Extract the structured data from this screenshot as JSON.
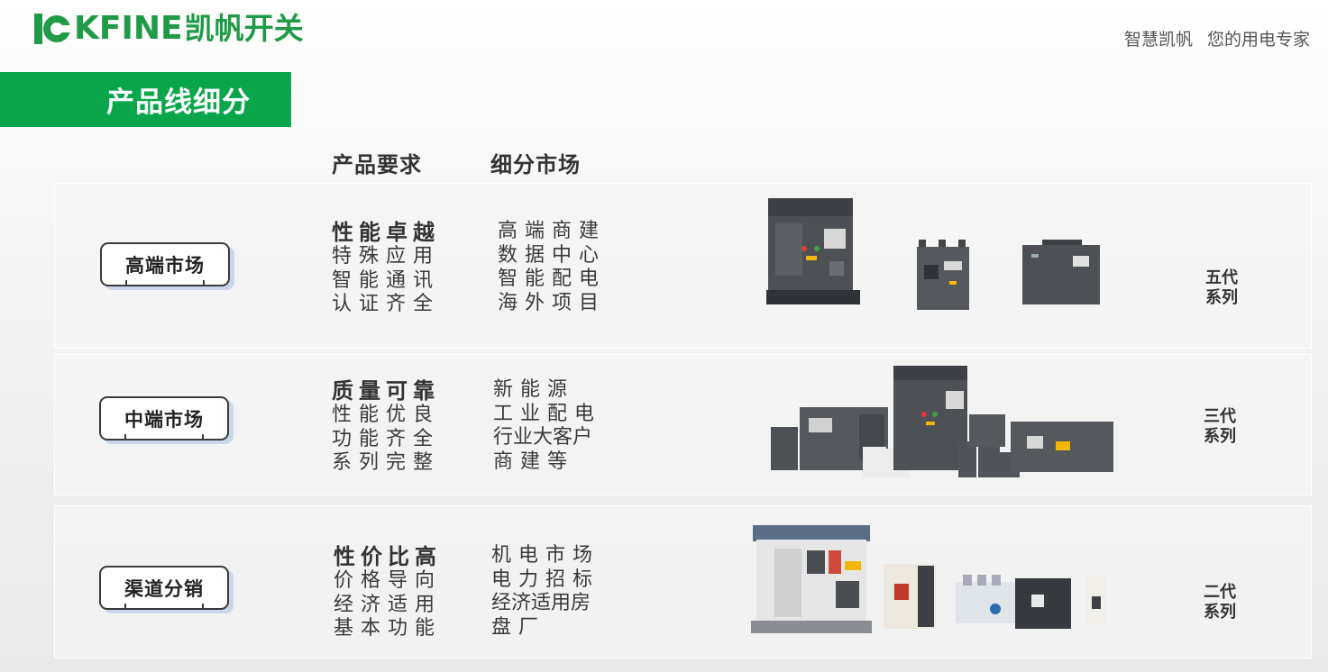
{
  "brand": {
    "wordmark": "KFINE",
    "name_cn": "凯帆开关",
    "color": "#1f9a46"
  },
  "slogan": [
    "智慧凯帆",
    "您的用电专家"
  ],
  "section_title": "产品线细分",
  "columns": {
    "requirement": "产品要求",
    "market": "细分市场"
  },
  "rows": [
    {
      "tag": "高端市场",
      "req_title": "性能卓越",
      "req_lines": [
        "特殊应用",
        "智能通讯",
        "认证齐全"
      ],
      "markets": [
        "高端商建",
        "数据中心",
        "智能配电",
        "海外项目"
      ],
      "series": [
        "五代",
        "系列"
      ]
    },
    {
      "tag": "中端市场",
      "req_title": "质量可靠",
      "req_lines": [
        "性能优良",
        "功能齐全",
        "系列完整"
      ],
      "markets": [
        "新能源",
        "工业配电",
        "行业大客户",
        "商建等"
      ],
      "series": [
        "三代",
        "系列"
      ]
    },
    {
      "tag": "渠道分销",
      "req_title": "性价比高",
      "req_lines": [
        "价格导向",
        "经济适用",
        "基本功能"
      ],
      "markets": [
        "机电市场",
        "电力招标",
        "经济适用房",
        "盘厂"
      ],
      "series": [
        "二代",
        "系列"
      ]
    }
  ],
  "colors": {
    "banner": "#0aa64b",
    "device_dark": "#4a4d52",
    "device_light": "#e9e6df"
  }
}
